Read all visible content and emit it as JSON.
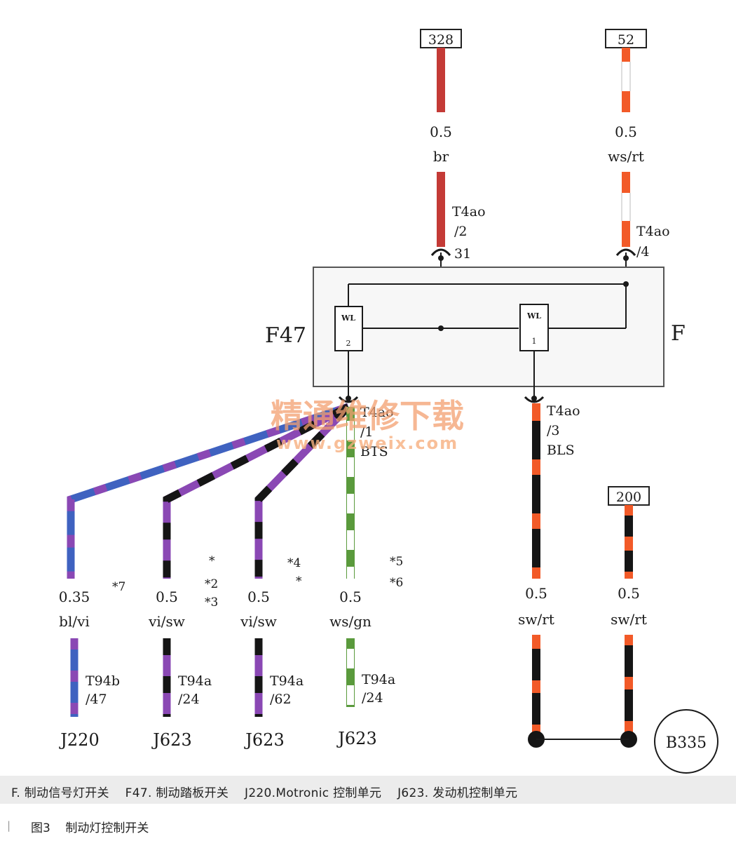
{
  "colors": {
    "br": "#c43a36",
    "rt": "#f25a28",
    "ws": "#ffffff",
    "sw": "#151515",
    "bl": "#3f62c0",
    "vi": "#8a48b4",
    "gn": "#5a9a3c",
    "watermark": "#f4a070",
    "watermark_url": "#f7b080"
  },
  "terminals": {
    "t328": "328",
    "t52": "52",
    "t200": "200"
  },
  "wires": {
    "w328": {
      "gauge": "0.5",
      "color": "br",
      "pins": [
        "T4ao",
        "/2",
        "31"
      ]
    },
    "w52": {
      "gauge": "0.5",
      "color": "ws/rt",
      "pins": [
        "T4ao",
        "/4"
      ]
    },
    "bts": {
      "pins": [
        "T4ao",
        "/1",
        "BTS"
      ]
    },
    "bls": {
      "pins": [
        "T4ao",
        "/3",
        "BLS"
      ]
    },
    "j220": {
      "gauge": "0.35",
      "color": "bl/vi",
      "pins": [
        "T94b",
        "/47"
      ],
      "unit": "J220"
    },
    "j623a": {
      "gauge": "0.5",
      "color": "vi/sw",
      "pins": [
        "T94a",
        "/24"
      ],
      "unit": "J623"
    },
    "j623b": {
      "gauge": "0.5",
      "color": "vi/sw",
      "pins": [
        "T94a",
        "/62"
      ],
      "unit": "J623"
    },
    "j623c": {
      "gauge": "0.5",
      "color": "ws/gn",
      "pins": [
        "T94a",
        "/24"
      ],
      "unit": "J623"
    },
    "swrt1": {
      "gauge": "0.5",
      "color": "sw/rt"
    },
    "swrt2": {
      "gauge": "0.5",
      "color": "sw/rt"
    }
  },
  "switch_box": {
    "f47": "F47",
    "f": "F",
    "sw2_top": "WL",
    "sw2_num": "2",
    "sw1_top": "WL",
    "sw1_num": "1"
  },
  "notes": {
    "n7": "*7",
    "n2": "*2",
    "n3": "*3",
    "nstar1": "*",
    "n4": "*4",
    "nstar2": "*",
    "n5": "*5",
    "n6": "*6"
  },
  "ground": "B335",
  "watermark": {
    "cn": "精通维修下载",
    "url": "www.gzweix.com"
  },
  "legend": "F. 制动信号灯开关    F47. 制动踏板开关    J220.Motronic 控制单元    J623. 发动机控制单元",
  "caption_mark": "|",
  "caption": "图3    制动灯控制开关"
}
